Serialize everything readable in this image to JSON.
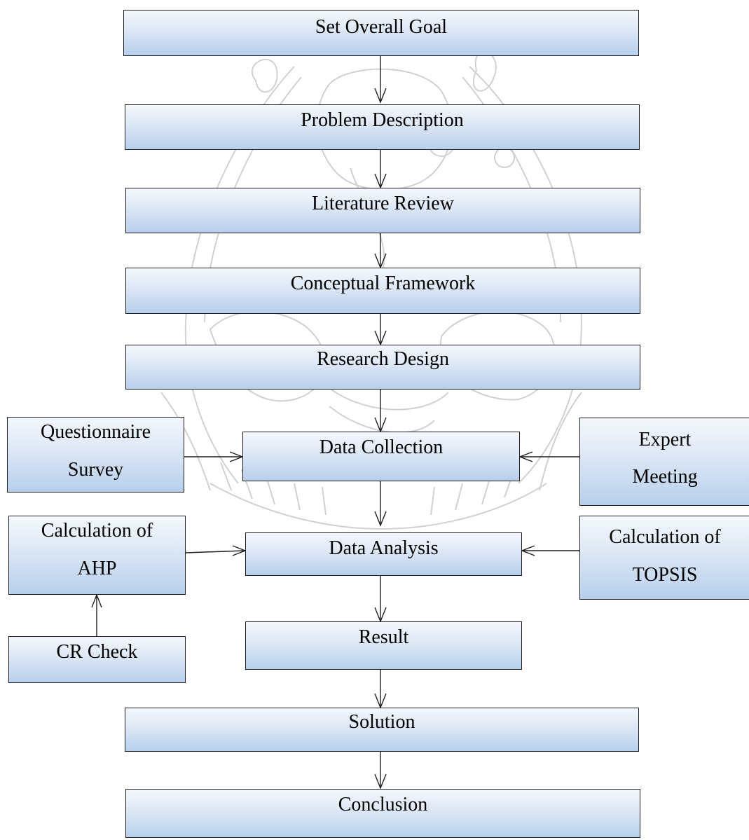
{
  "diagram": {
    "watermark_colors": {
      "stroke": "#9a9a9a"
    },
    "box_colors": {
      "top": "#f4f8fd",
      "bottom": "#b7cfec",
      "border": "#1f1f1f"
    },
    "steps": {
      "set_goal": "Set Overall Goal",
      "problem_description": "Problem Description",
      "literature_review": "Literature Review",
      "conceptual_framework": "Conceptual Framework",
      "research_design": "Research Design",
      "data_collection": "Data Collection",
      "data_analysis": "Data Analysis",
      "result": "Result",
      "solution": "Solution",
      "conclusion": "Conclusion"
    },
    "inputs": {
      "questionnaire_line1": "Questionnaire",
      "questionnaire_line2": "Survey",
      "expert_line1": "Expert",
      "expert_line2": "Meeting",
      "ahp_line1": "Calculation of",
      "ahp_line2": "AHP",
      "topsis_line1": "Calculation of",
      "topsis_line2": "TOPSIS",
      "cr_check": "CR Check"
    }
  }
}
